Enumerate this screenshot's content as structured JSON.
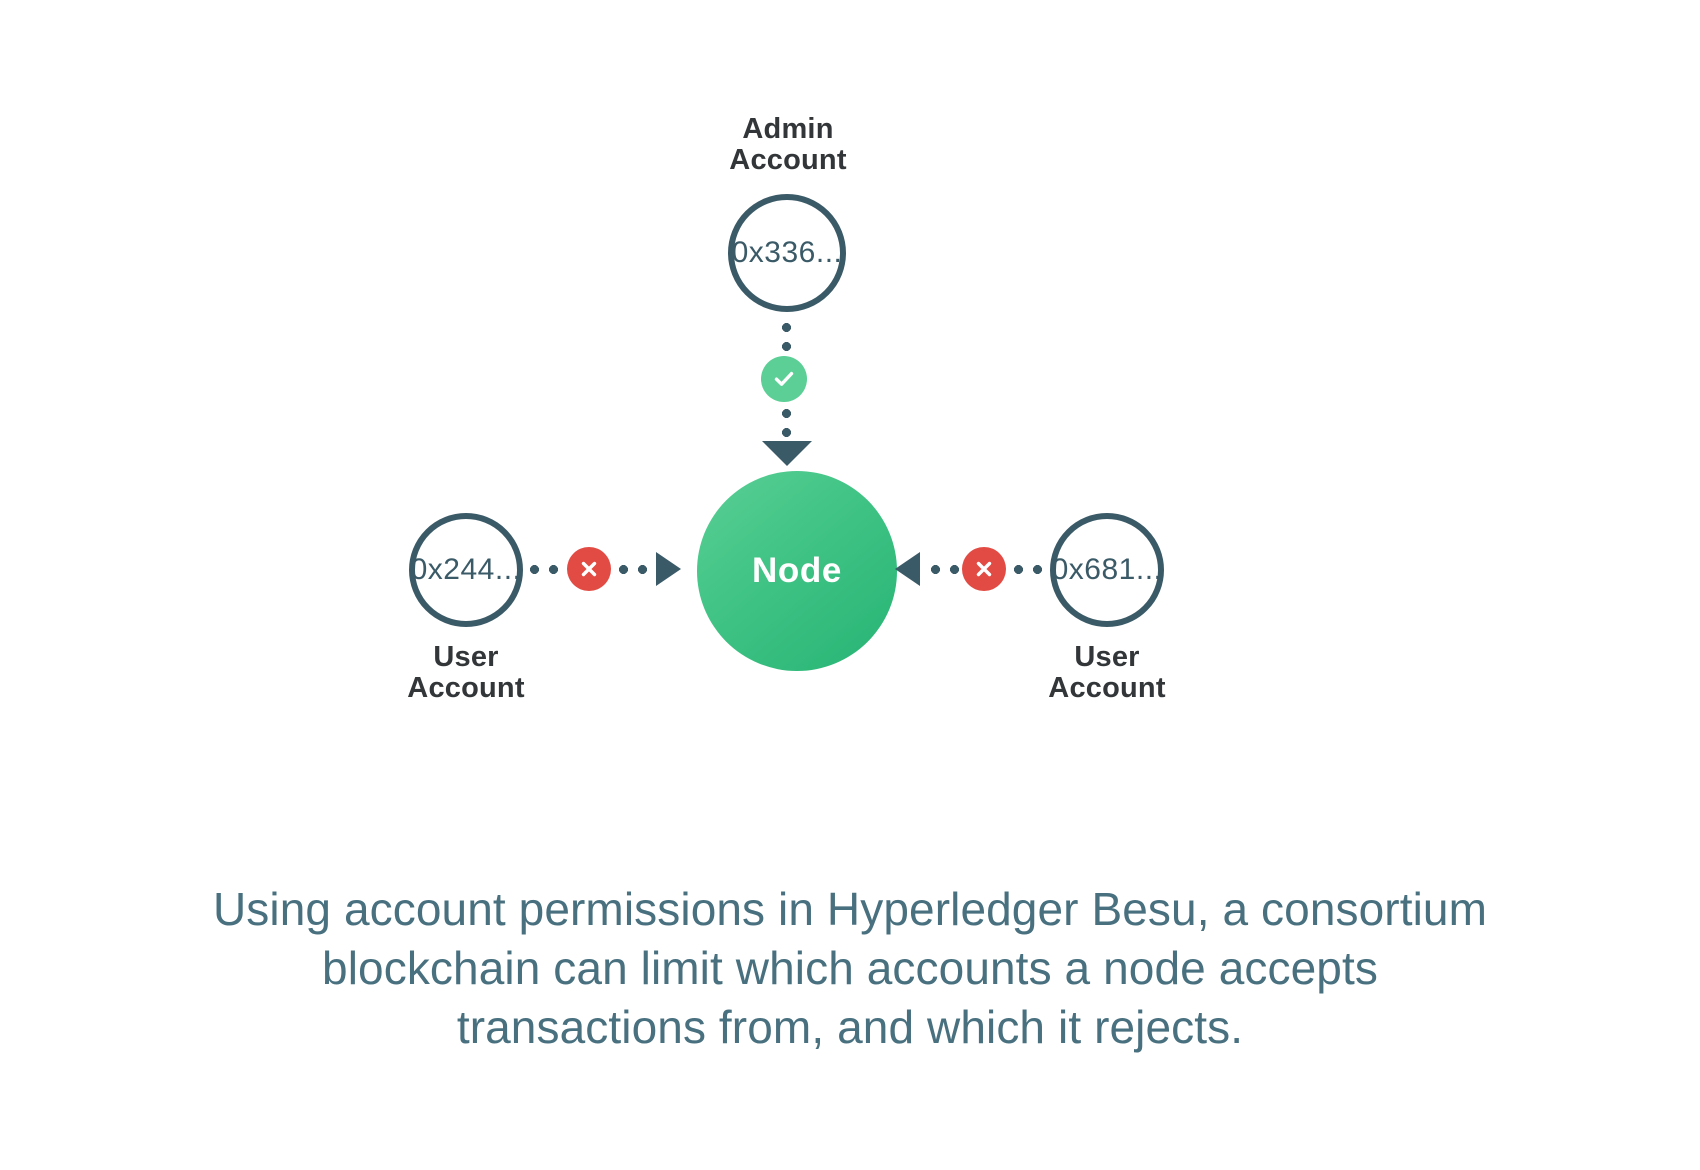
{
  "diagram": {
    "title_color": "#333638",
    "accent_node_color": "#2bb877",
    "accent_allow_color": "#5bcf95",
    "accent_deny_color": "#e24b43",
    "outline_color": "#3b5a67",
    "caption_color": "#48707f",
    "admin": {
      "label": "Admin\nAccount",
      "address": "0x336...",
      "permission": "allowed",
      "badge_icon": "check-icon"
    },
    "node": {
      "label": "Node"
    },
    "left_user": {
      "label": "User\nAccount",
      "address": "0x244...",
      "permission": "rejected",
      "badge_icon": "cross-icon"
    },
    "right_user": {
      "label": "User\nAccount",
      "address": "0x681...",
      "permission": "rejected",
      "badge_icon": "cross-icon"
    }
  },
  "caption": {
    "text": "Using account permissions in Hyperledger Besu, a consortium blockchain can limit which accounts a node accepts transactions from, and which it rejects."
  }
}
